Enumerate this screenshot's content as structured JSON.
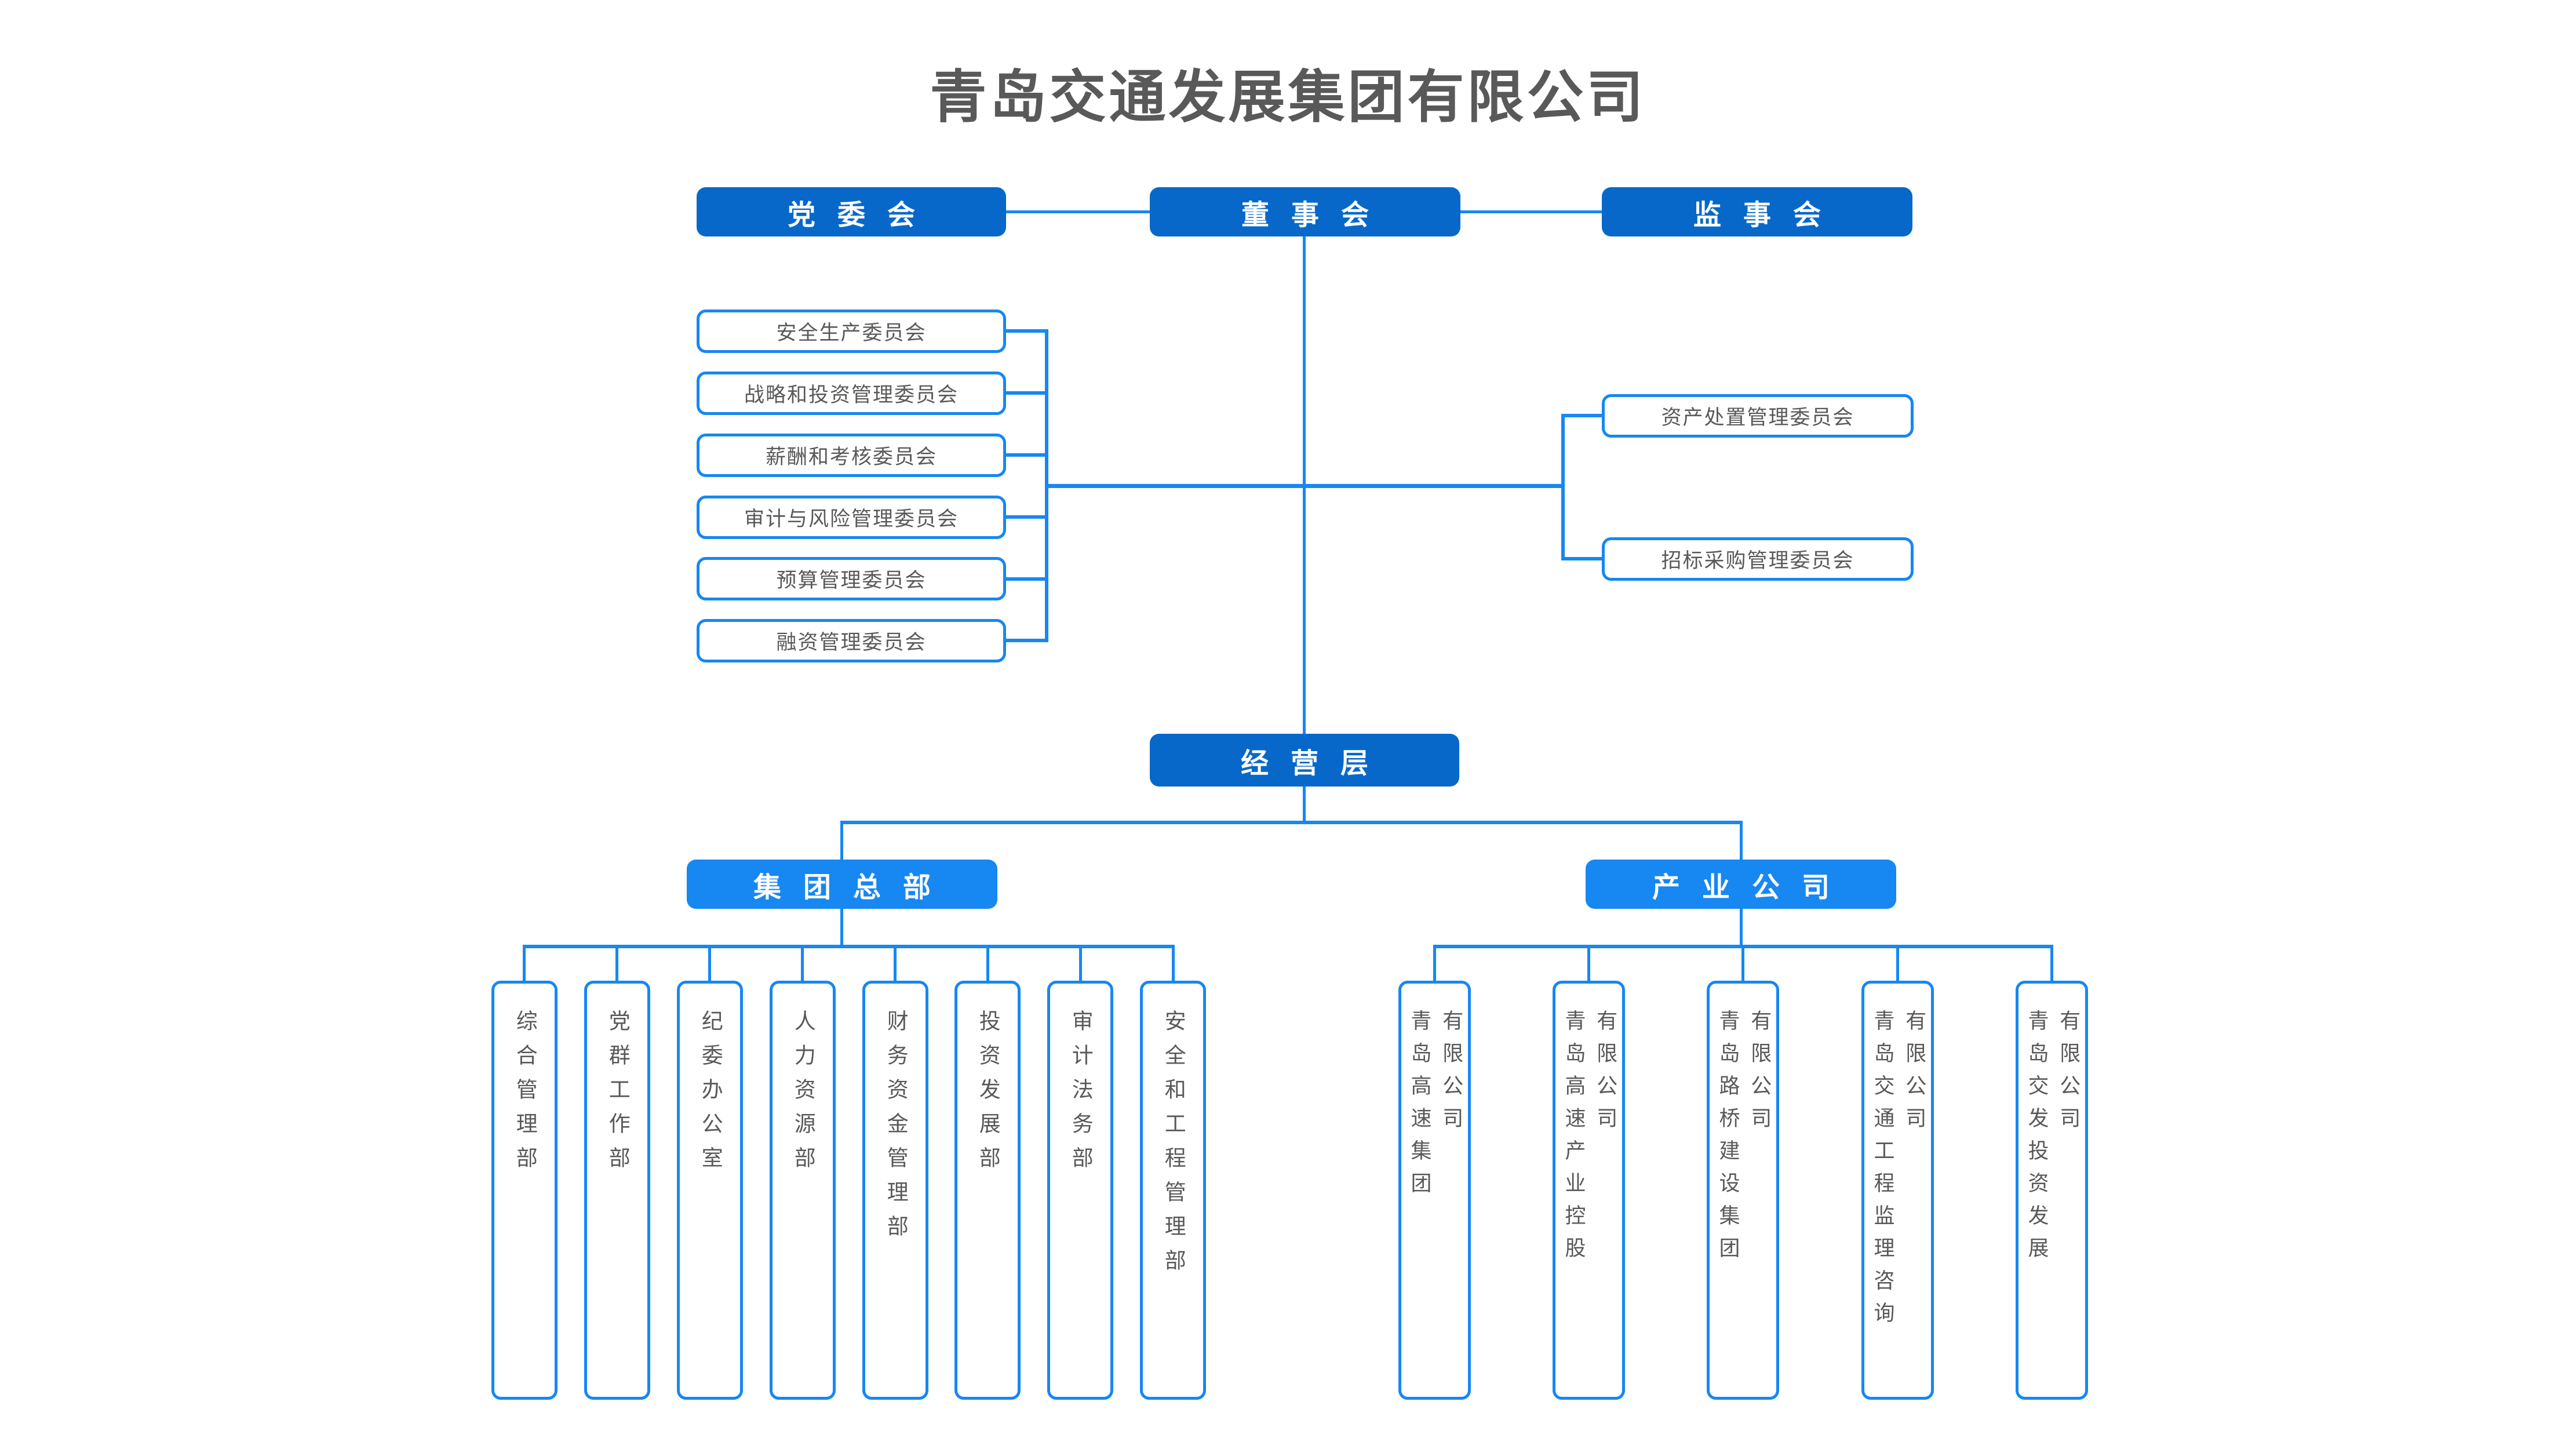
{
  "title": "青岛交通发展集团有限公司",
  "nodes": {
    "party_committee": "党委会",
    "board": "董事会",
    "supervisory": "监事会",
    "management": "经营层",
    "hq": "集团总部",
    "industry": "产业公司"
  },
  "committees_left": [
    "安全生产委员会",
    "战略和投资管理委员会",
    "薪酬和考核委员会",
    "审计与风险管理委员会",
    "预算管理委员会",
    "融资管理委员会"
  ],
  "committees_right": [
    "资产处置管理委员会",
    "招标采购管理委员会"
  ],
  "departments": [
    "综合管理部",
    "党群工作部",
    "纪委办公室",
    "人力资源部",
    "财务资金管理部",
    "投资发展部",
    "审计法务部",
    "安全和工程管理部"
  ],
  "companies": [
    {
      "name": "青岛高速集团",
      "suffix": "有限公司"
    },
    {
      "name": "青岛高速产业控股",
      "suffix": "有限公司"
    },
    {
      "name": "青岛路桥建设集团",
      "suffix": "有限公司"
    },
    {
      "name": "青岛交通工程监理咨询",
      "suffix": "有限公司"
    },
    {
      "name": "青岛交发投资发展",
      "suffix": "有限公司"
    }
  ],
  "colors": {
    "primary_blue": "#0768ca",
    "accent_blue": "#1787f2",
    "text_gray": "#595959"
  }
}
